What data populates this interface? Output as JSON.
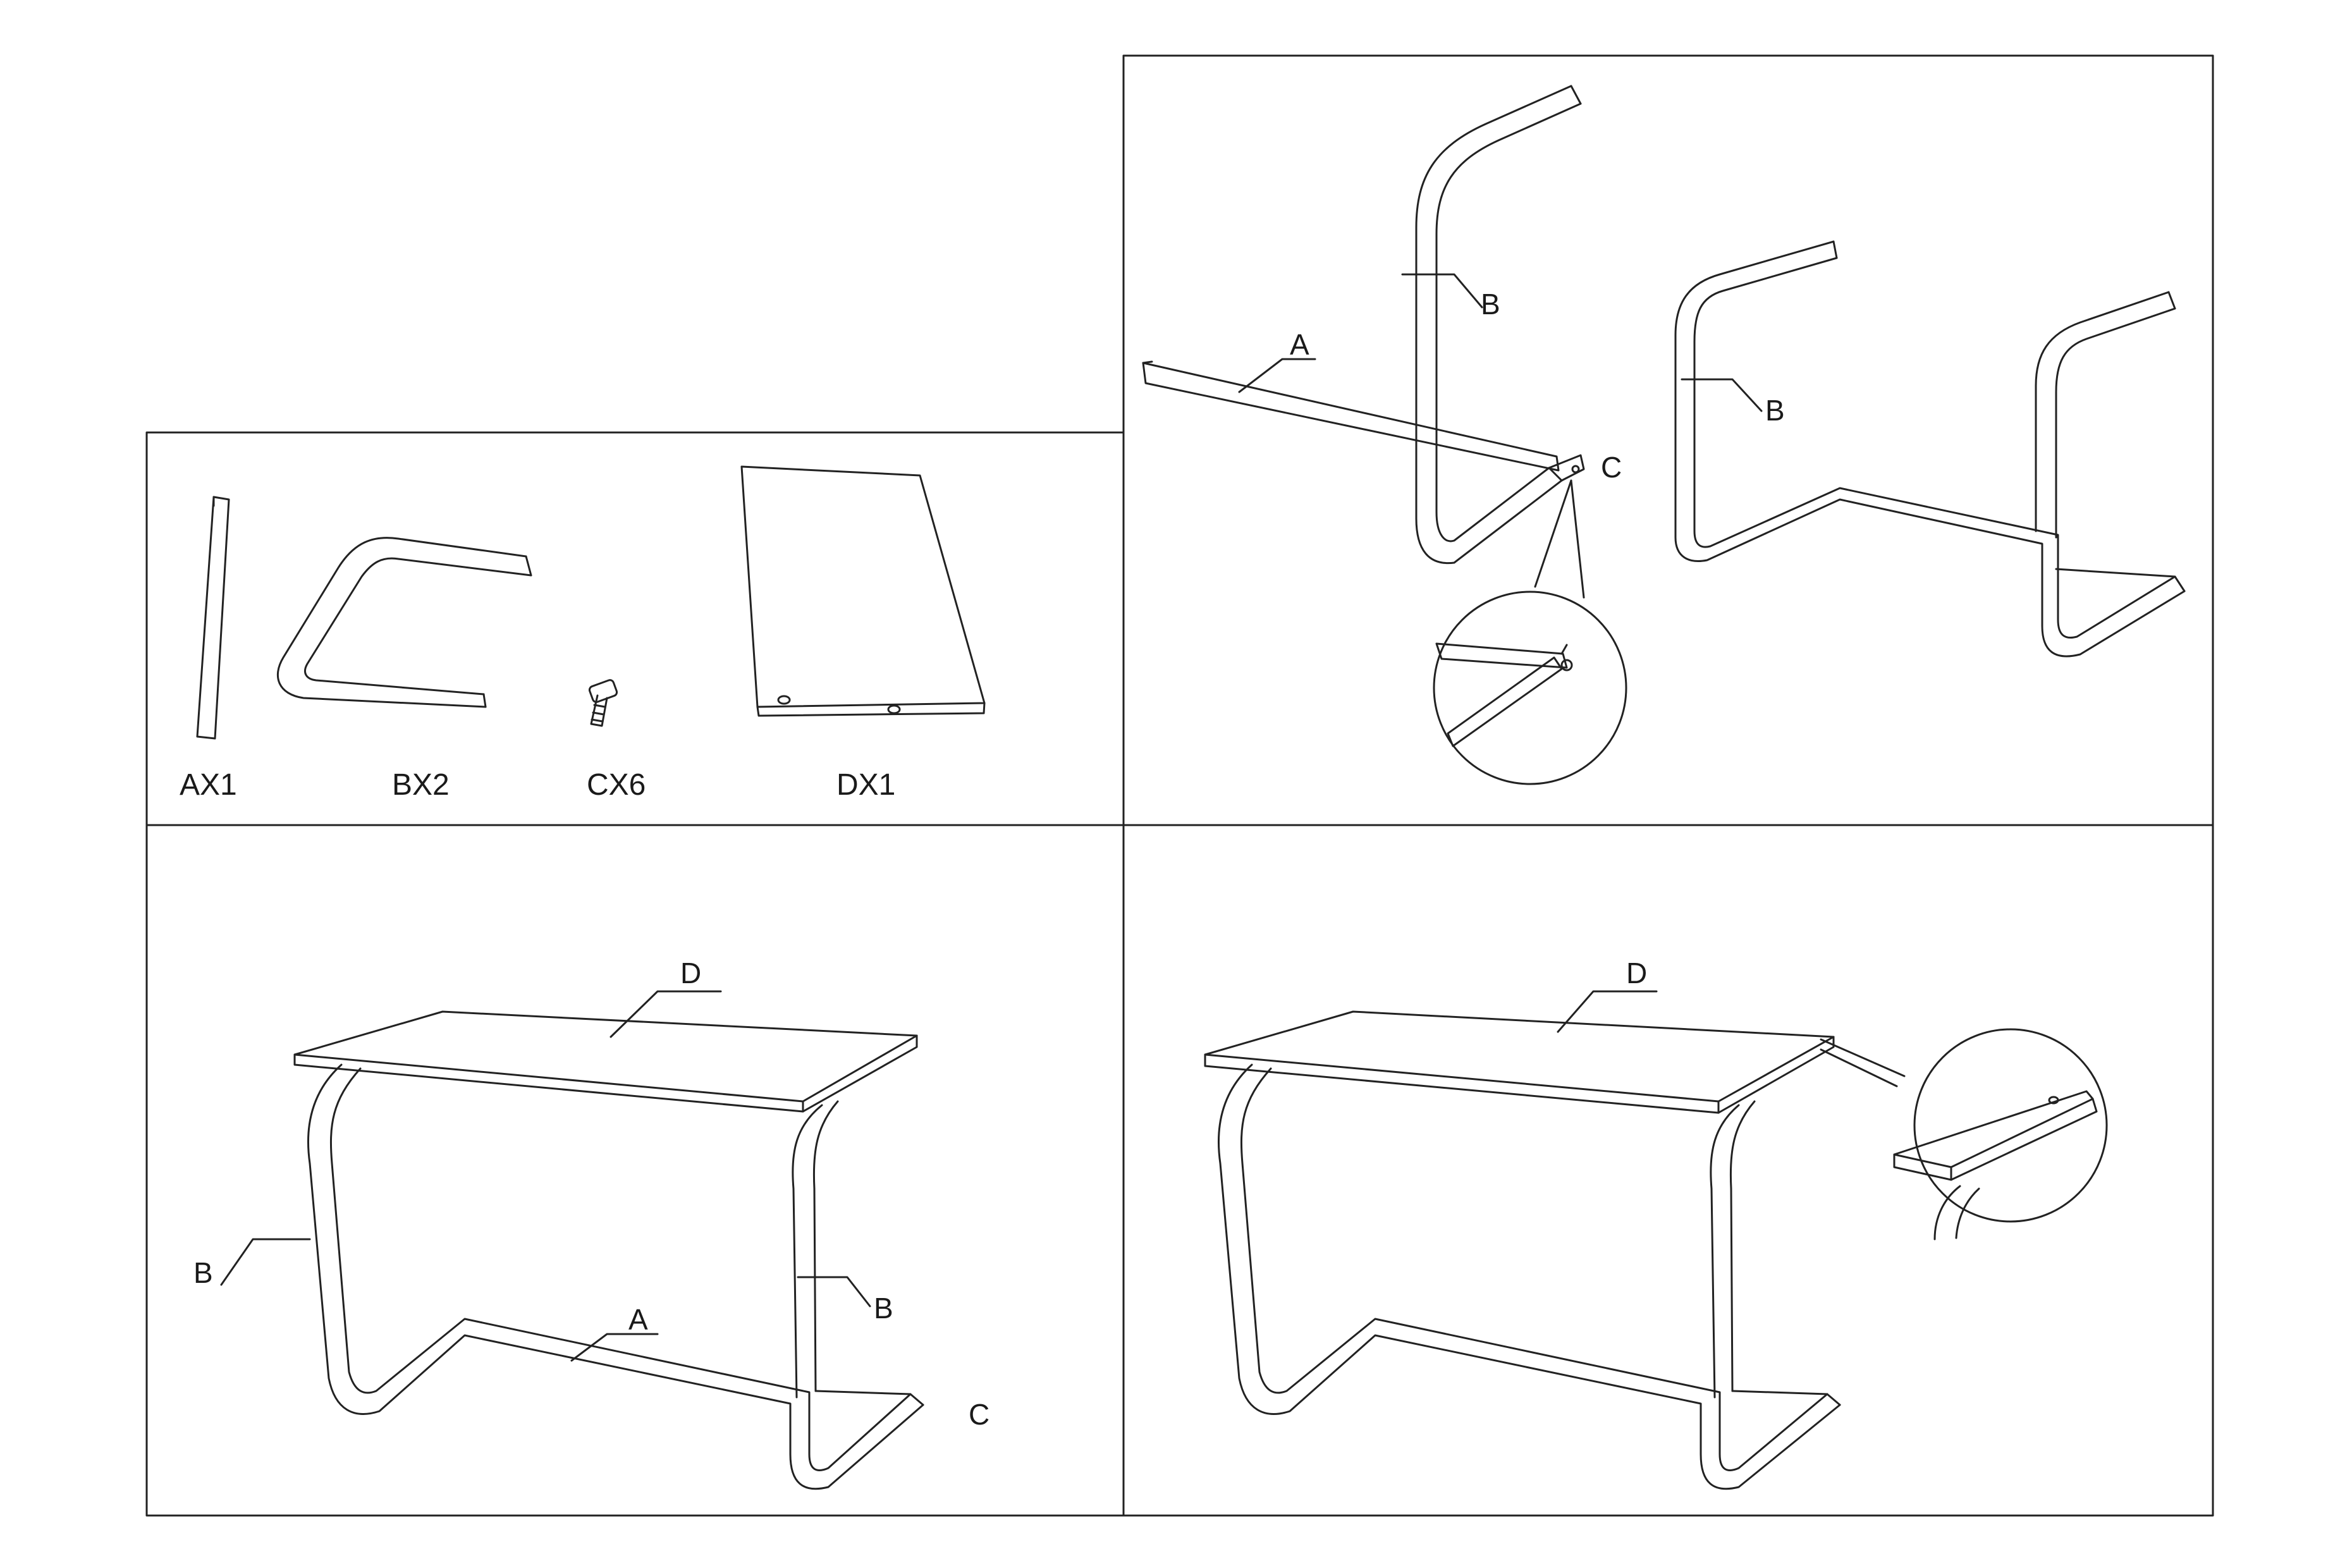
{
  "parts_panel": {
    "part_a": "AX1",
    "part_b": "BX2",
    "part_c": "CX6",
    "part_d": "DX1"
  },
  "step1": {
    "label_a": "A",
    "label_b_left": "B",
    "label_b_right": "B",
    "label_c": "C"
  },
  "step2": {
    "label_d": "D",
    "label_b_left": "B",
    "label_b_right": "B",
    "label_a": "A",
    "label_c": "C"
  },
  "step3": {
    "label_d": "D"
  }
}
